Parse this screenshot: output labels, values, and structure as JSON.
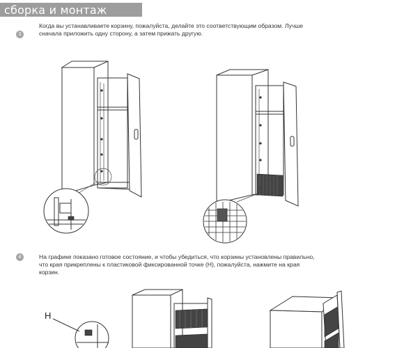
{
  "section_title": "сборка и монтаж",
  "step3": {
    "number": "3",
    "lines": [
      "Когда вы устанавливаете корзину, пожалуйста, делайте это соответствующим образом. Лучше",
      "сначала приложить одну сторону, а затем прижать другую."
    ]
  },
  "step4": {
    "number": "4",
    "lines": [
      "На графике показано готовое состояние, и чтобы убедиться, что корзины установлены правильно,",
      "что края прикреплены к пластиковой фиксированной точке (H), пожалуйста, нажмите на края",
      "корзин."
    ]
  },
  "callout_label": "H"
}
